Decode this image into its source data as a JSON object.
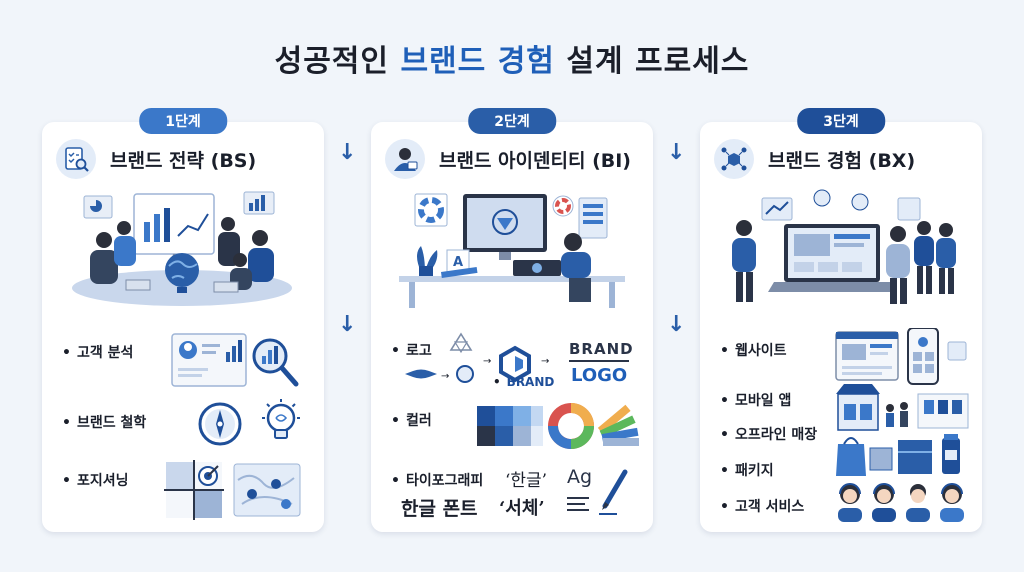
{
  "title": {
    "part1": "성공적인",
    "highlight": "브랜드 경험",
    "part2": "설계 프로세스"
  },
  "colors": {
    "accent": "#1f5fb8",
    "badge1": "#3b78c9",
    "badge2": "#2a5ea8",
    "badge3": "#1f4f99",
    "background": "#f1f5fa"
  },
  "stages": [
    {
      "badge": "1단계",
      "title": "브랜드 전략 (BS)",
      "icon": "strategy-checklist-icon",
      "items": [
        "고객 분석",
        "브랜드 철학",
        "포지셔닝"
      ]
    },
    {
      "badge": "2단계",
      "title": "브랜드 아이덴티티 (BI)",
      "icon": "designer-avatar-icon",
      "items": [
        "로고",
        "컬러",
        "타이포그래피"
      ],
      "logo_samples": {
        "brand_word": "BRAND",
        "logo_word": "LOGO",
        "brand_small": "BRAND"
      },
      "typo_samples": {
        "quoted": "‘한글’",
        "latin": "Ag",
        "font_label": "한글 폰트",
        "style_label": "‘서체’"
      }
    },
    {
      "badge": "3단계",
      "title": "브랜드 경험 (BX)",
      "icon": "experience-network-icon",
      "items": [
        "웹사이트",
        "모바일 앱",
        "오프라인 매장",
        "패키지",
        "고객 서비스"
      ]
    }
  ]
}
